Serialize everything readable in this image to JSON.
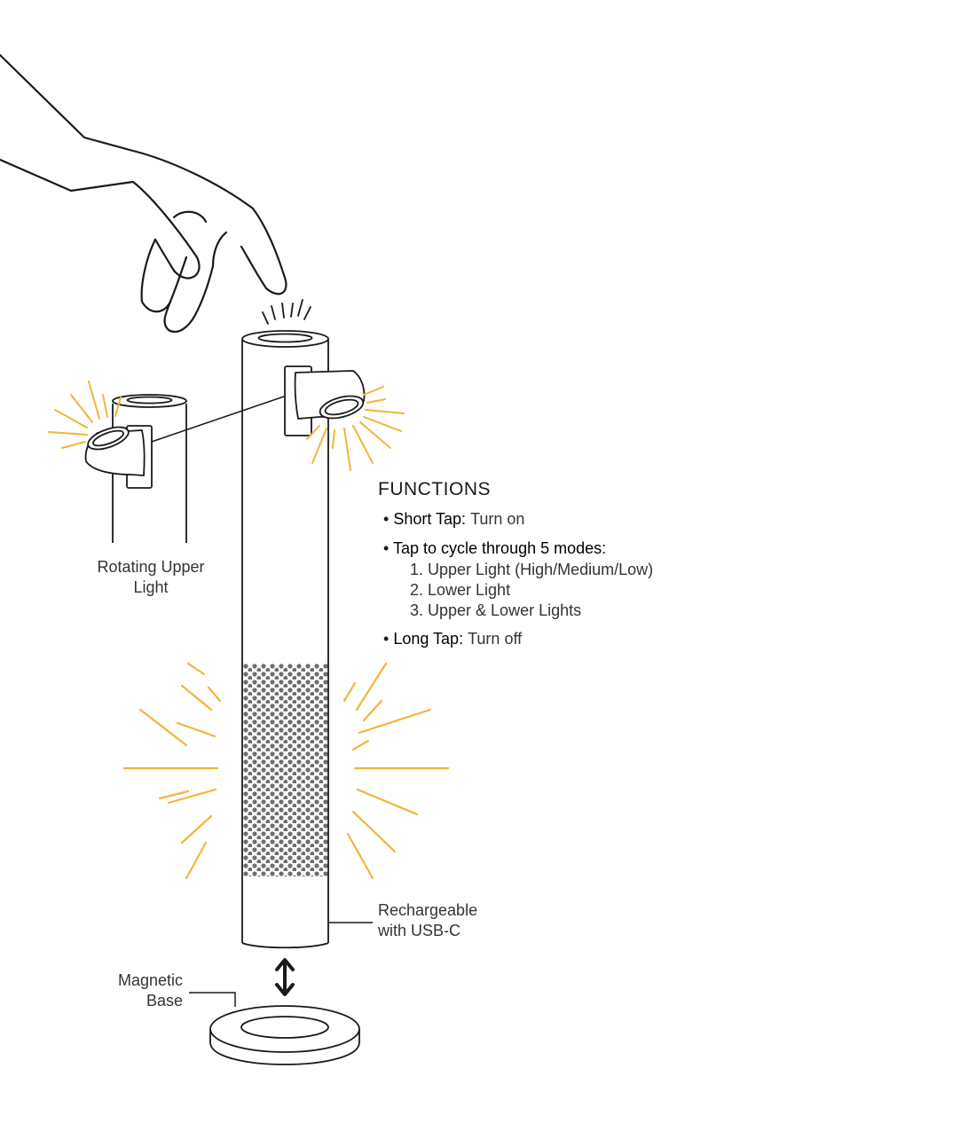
{
  "functions": {
    "heading": "FUNCTIONS",
    "items": [
      {
        "bullet": "•",
        "key": "Short Tap:",
        "value": "Turn on"
      },
      {
        "bullet": "•",
        "key": "Tap to cycle through 5 modes:",
        "value": ""
      },
      {
        "bullet": "•",
        "key": "Long Tap:",
        "value": "Turn off"
      }
    ],
    "modes": [
      "1. Upper Light (High/Medium/Low)",
      "2. Lower Light",
      "3. Upper & Lower Lights"
    ]
  },
  "labels": {
    "rotating_upper_light": [
      "Rotating Upper",
      "Light"
    ],
    "rechargeable": [
      "Rechargeable",
      "with USB-C"
    ],
    "magnetic_base": [
      "Magnetic",
      "Base"
    ]
  },
  "colors": {
    "line": "#1a1a1a",
    "glow": "#f2b43a",
    "dots": "#6e6e6e"
  },
  "icons": {
    "hand": "hand-tap-icon",
    "arrow": "double-arrow-icon"
  }
}
